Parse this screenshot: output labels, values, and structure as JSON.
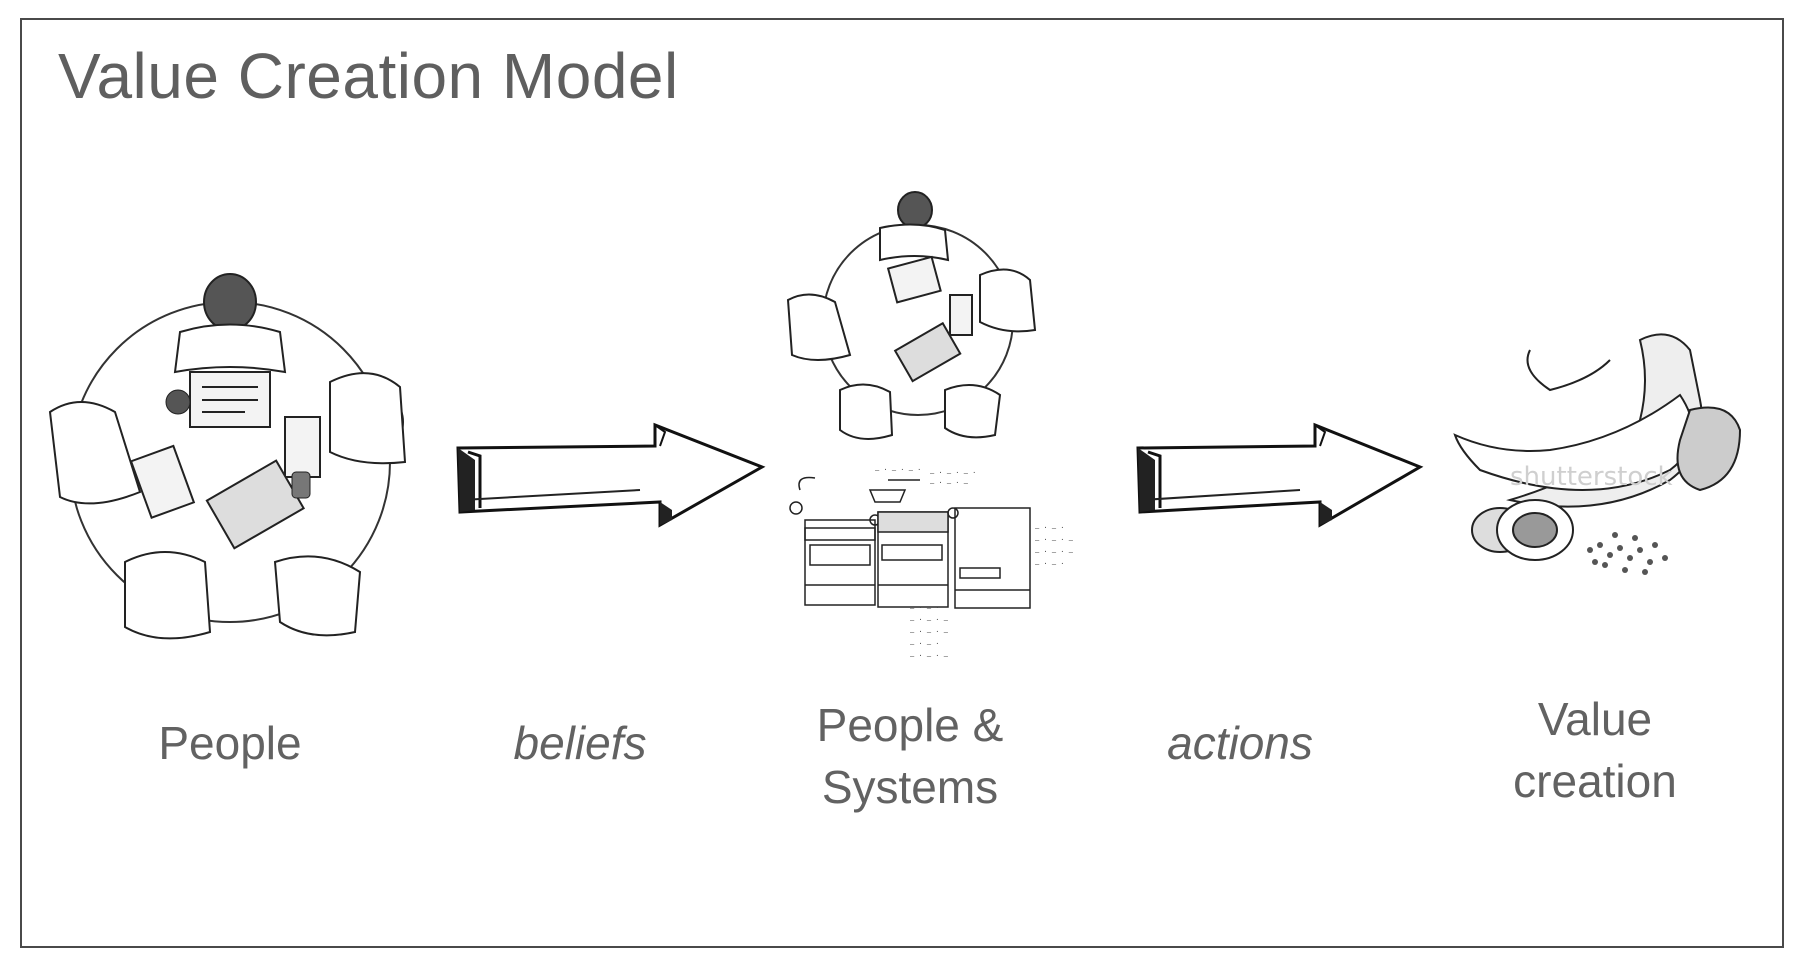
{
  "title": "Value Creation Model",
  "stages": [
    {
      "label_lines": [
        "People"
      ],
      "icon": "meeting-table-icon"
    },
    {
      "label_lines": [
        "People &",
        "Systems"
      ],
      "icon": "meeting-and-wireframe-icon"
    },
    {
      "label_lines": [
        "Value",
        "creation"
      ],
      "icon": "chili-pepper-icon"
    }
  ],
  "connectors": [
    {
      "label": "beliefs",
      "icon": "arrow-right-icon"
    },
    {
      "label": "actions",
      "icon": "arrow-right-icon"
    }
  ],
  "sketch_notes": [
    "shutterstock"
  ]
}
